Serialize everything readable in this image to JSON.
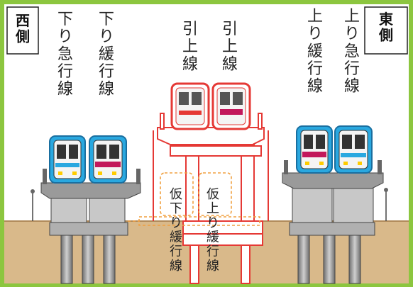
{
  "labels": {
    "west": "西側",
    "east": "東側",
    "down_express": "下り急行線",
    "down_local": "下り緩行線",
    "siding_1": "引上線",
    "siding_2": "引上線",
    "up_local": "上り緩行線",
    "up_express": "上り急行線",
    "temp_down_local": "仮下り緩行線",
    "temp_up_local": "仮上り緩行線"
  },
  "colors": {
    "frame_green": "#8cc63f",
    "sky": "#ffffff",
    "ground": "#d9b98a",
    "structure_gray": "#8c8c8c",
    "highlight_red": "#e53935",
    "temporary_orange": "#f0a040",
    "train_blue": "#29a8e0",
    "train_magenta": "#c2185b"
  }
}
